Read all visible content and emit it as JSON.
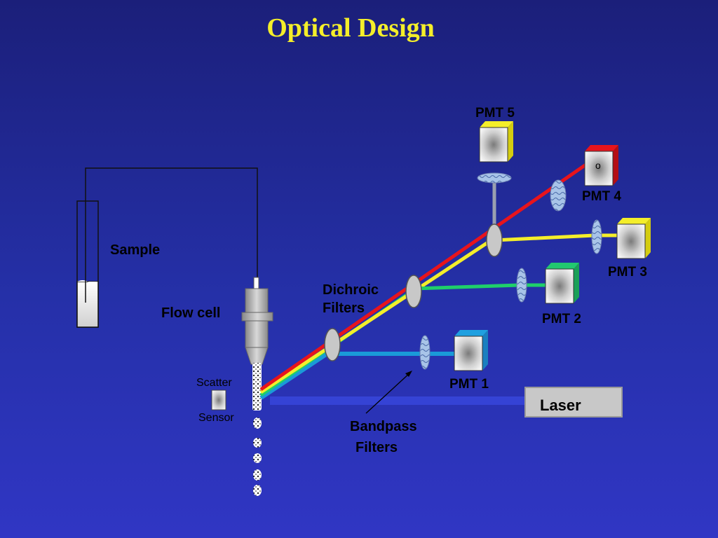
{
  "title": "Optical Design",
  "labels": {
    "sample": "Sample",
    "flow_cell": "Flow cell",
    "scatter": "Scatter",
    "sensor": "Sensor",
    "dichroic_line1": "Dichroic",
    "dichroic_line2": "Filters",
    "bandpass_line1": "Bandpass",
    "bandpass_line2": "Filters",
    "laser": "Laser",
    "pmt1": "PMT 1",
    "pmt2": "PMT 2",
    "pmt3": "PMT 3",
    "pmt4": "PMT 4",
    "pmt5": "PMT 5",
    "pmt4_mark": "o"
  },
  "colors": {
    "title": "#f4ee2a",
    "red_beam": "#e8141c",
    "yellow_beam": "#f4ee2a",
    "green_beam": "#1fcf6a",
    "blue_beam": "#1a9ad8",
    "pmt1_accent": "#1fa0e0",
    "pmt2_accent": "#22c870",
    "pmt3_accent": "#f4ee2a",
    "pmt4_accent": "#e8141c",
    "pmt5_accent": "#f4ee2a"
  }
}
